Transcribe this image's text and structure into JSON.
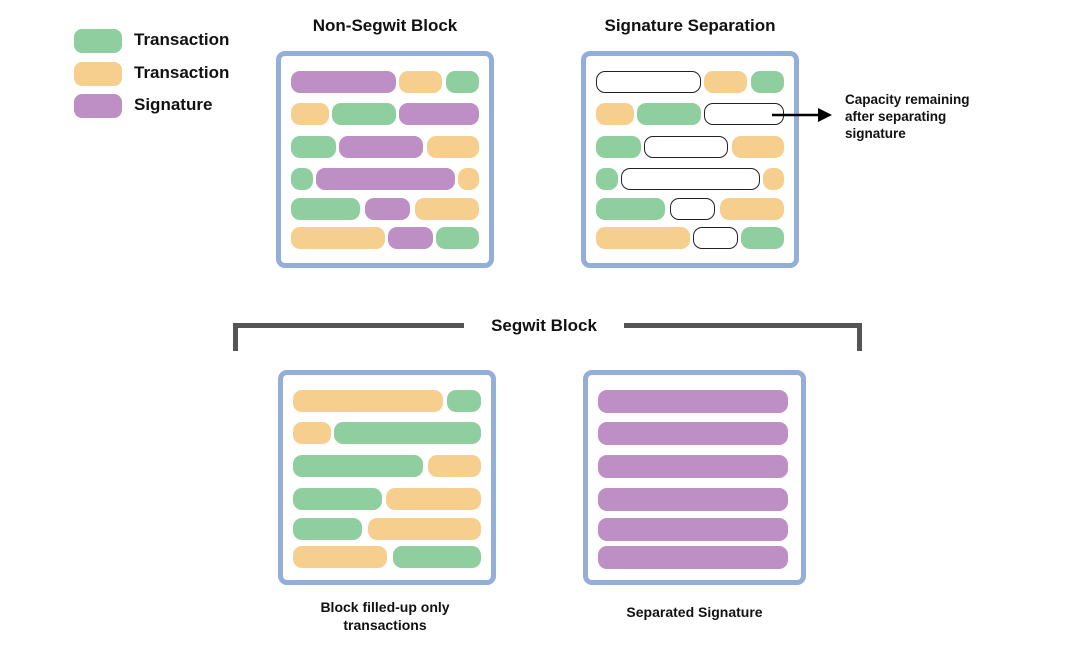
{
  "colors": {
    "tx_green": "#8fce9e",
    "tx_orange": "#f6cf8e",
    "signature": "#bd8fc4",
    "block_border": "#92aed9",
    "bracket": "#555555"
  },
  "legend": [
    {
      "label": "Transaction",
      "color": "#8fce9e"
    },
    {
      "label": "Transaction",
      "color": "#f6cf8e"
    },
    {
      "label": "Signature",
      "color": "#bd8fc4"
    }
  ],
  "titles": {
    "non_segwit": "Non-Segwit Block",
    "signature_separation": "Signature Separation",
    "segwit": "Segwit Block"
  },
  "annotation": {
    "capacity_line1": "Capacity remaining",
    "capacity_line2": "after separating",
    "capacity_line3": "signature"
  },
  "captions": {
    "filled_line1": "Block filled-up only",
    "filled_line2": "transactions",
    "separated": "Separated Signature"
  },
  "icons": {
    "arrow": "arrow-right-icon"
  }
}
